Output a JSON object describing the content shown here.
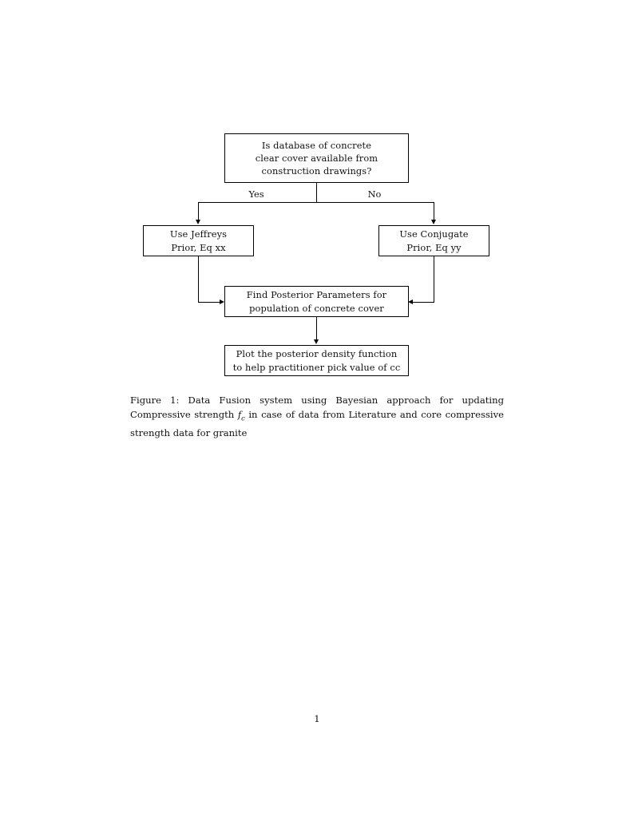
{
  "document": {
    "page_number": "1",
    "background_color": "#ffffff",
    "text_color": "#111111",
    "line_color": "#000000"
  },
  "figure": {
    "type": "flowchart",
    "nodes": [
      {
        "id": "decision",
        "shape": "rectangle",
        "lines": [
          "Is database of concrete",
          "clear cover available from",
          "construction drawings?"
        ]
      },
      {
        "id": "jeffreys",
        "shape": "rectangle",
        "lines": [
          "Use Jeffreys",
          "Prior, Eq xx"
        ]
      },
      {
        "id": "conjugate",
        "shape": "rectangle",
        "lines": [
          "Use Conjugate",
          "Prior, Eq yy"
        ]
      },
      {
        "id": "posterior",
        "shape": "rectangle",
        "lines": [
          "Find Posterior Parameters for",
          "population of concrete cover"
        ]
      },
      {
        "id": "plot",
        "shape": "rectangle",
        "lines": [
          "Plot the posterior density function",
          "to help practitioner pick value of cc"
        ]
      }
    ],
    "edges": [
      {
        "id": "decision-to-jeffreys",
        "label": "Yes",
        "from": "decision",
        "to": "jeffreys"
      },
      {
        "id": "decision-to-conjugate",
        "label": "No",
        "from": "decision",
        "to": "conjugate"
      },
      {
        "id": "jeffreys-to-posterior",
        "label": "",
        "from": "jeffreys",
        "to": "posterior"
      },
      {
        "id": "conjugate-to-posterior",
        "label": "",
        "from": "conjugate",
        "to": "posterior"
      },
      {
        "id": "posterior-to-plot",
        "label": "",
        "from": "posterior",
        "to": "plot"
      }
    ]
  },
  "caption": {
    "label": "Figure 1:",
    "text_before_math": "Data Fusion system using Bayesian approach for updating Compressive strength",
    "math_base": "f",
    "math_sub": "c",
    "text_after_math": "in case of data from Literature and core compressive strength data for granite"
  }
}
